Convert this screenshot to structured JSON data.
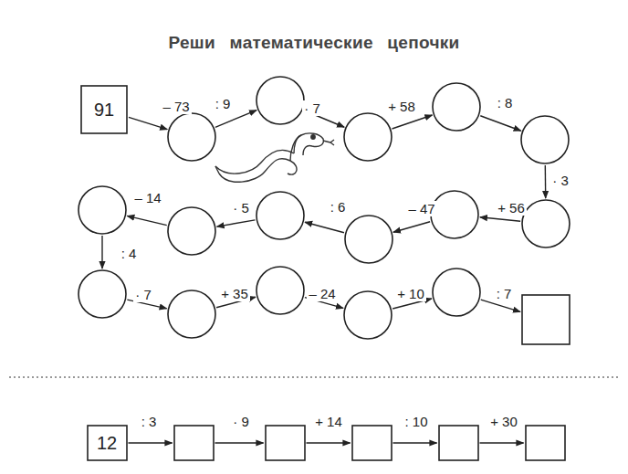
{
  "diagram": {
    "title": "Реши математические цепочки",
    "nodes": [
      {
        "text": [
          "91"
        ]
      },
      {
        "text": []
      },
      {
        "text": []
      },
      {
        "text": []
      },
      {
        "text": []
      },
      {
        "text": []
      },
      {
        "text": []
      },
      {
        "text": []
      },
      {
        "text": []
      },
      {
        "text": []
      },
      {
        "text": []
      },
      {
        "text": []
      },
      {
        "text": []
      },
      {
        "text": []
      },
      {
        "text": []
      },
      {
        "text": []
      },
      {
        "text": []
      },
      {
        "text": []
      },
      {
        "text": [
          "12"
        ]
      },
      {
        "text": []
      },
      {
        "text": []
      },
      {
        "text": []
      },
      {
        "text": []
      },
      {
        "text": []
      }
    ],
    "edges": [
      {
        "from": 0,
        "to": 1,
        "arrow": "to",
        "label": "– 73"
      },
      {
        "from": 1,
        "to": 2,
        "arrow": "to",
        "label": ": 9"
      },
      {
        "from": 2,
        "to": 3,
        "arrow": "to",
        "label": "· 7"
      },
      {
        "from": 3,
        "to": 4,
        "arrow": "to",
        "label": "+ 58"
      },
      {
        "from": 4,
        "to": 5,
        "arrow": "to",
        "label": ": 8"
      },
      {
        "from": 5,
        "to": 6,
        "arrow": "to",
        "label": "· 3"
      },
      {
        "from": 6,
        "to": 7,
        "arrow": "to",
        "label": "+ 56"
      },
      {
        "from": 7,
        "to": 8,
        "arrow": "to",
        "label": "– 47"
      },
      {
        "from": 8,
        "to": 9,
        "arrow": "to",
        "label": ": 6"
      },
      {
        "from": 9,
        "to": 10,
        "arrow": "to",
        "label": "· 5"
      },
      {
        "from": 10,
        "to": 11,
        "arrow": "to",
        "label": "– 14"
      },
      {
        "from": 11,
        "to": 12,
        "arrow": "to",
        "label": ": 4"
      },
      {
        "from": 12,
        "to": 13,
        "arrow": "to",
        "label": "· 7"
      },
      {
        "from": 13,
        "to": 14,
        "arrow": "to",
        "label": "+ 35"
      },
      {
        "from": 14,
        "to": 15,
        "arrow": "to",
        "label": "– 24"
      },
      {
        "from": 15,
        "to": 16,
        "arrow": "to",
        "label": "+ 10"
      },
      {
        "from": 16,
        "to": 17,
        "arrow": "to",
        "label": ": 7"
      },
      {
        "from": 18,
        "to": 19,
        "arrow": "to",
        "label": ": 3"
      },
      {
        "from": 19,
        "to": 20,
        "arrow": "to",
        "label": "· 9"
      },
      {
        "from": 20,
        "to": 21,
        "arrow": "to",
        "label": "+ 14"
      },
      {
        "from": 21,
        "to": 22,
        "arrow": "to",
        "label": ": 10"
      },
      {
        "from": 22,
        "to": 23,
        "arrow": "to",
        "label": "+ 30"
      }
    ]
  }
}
